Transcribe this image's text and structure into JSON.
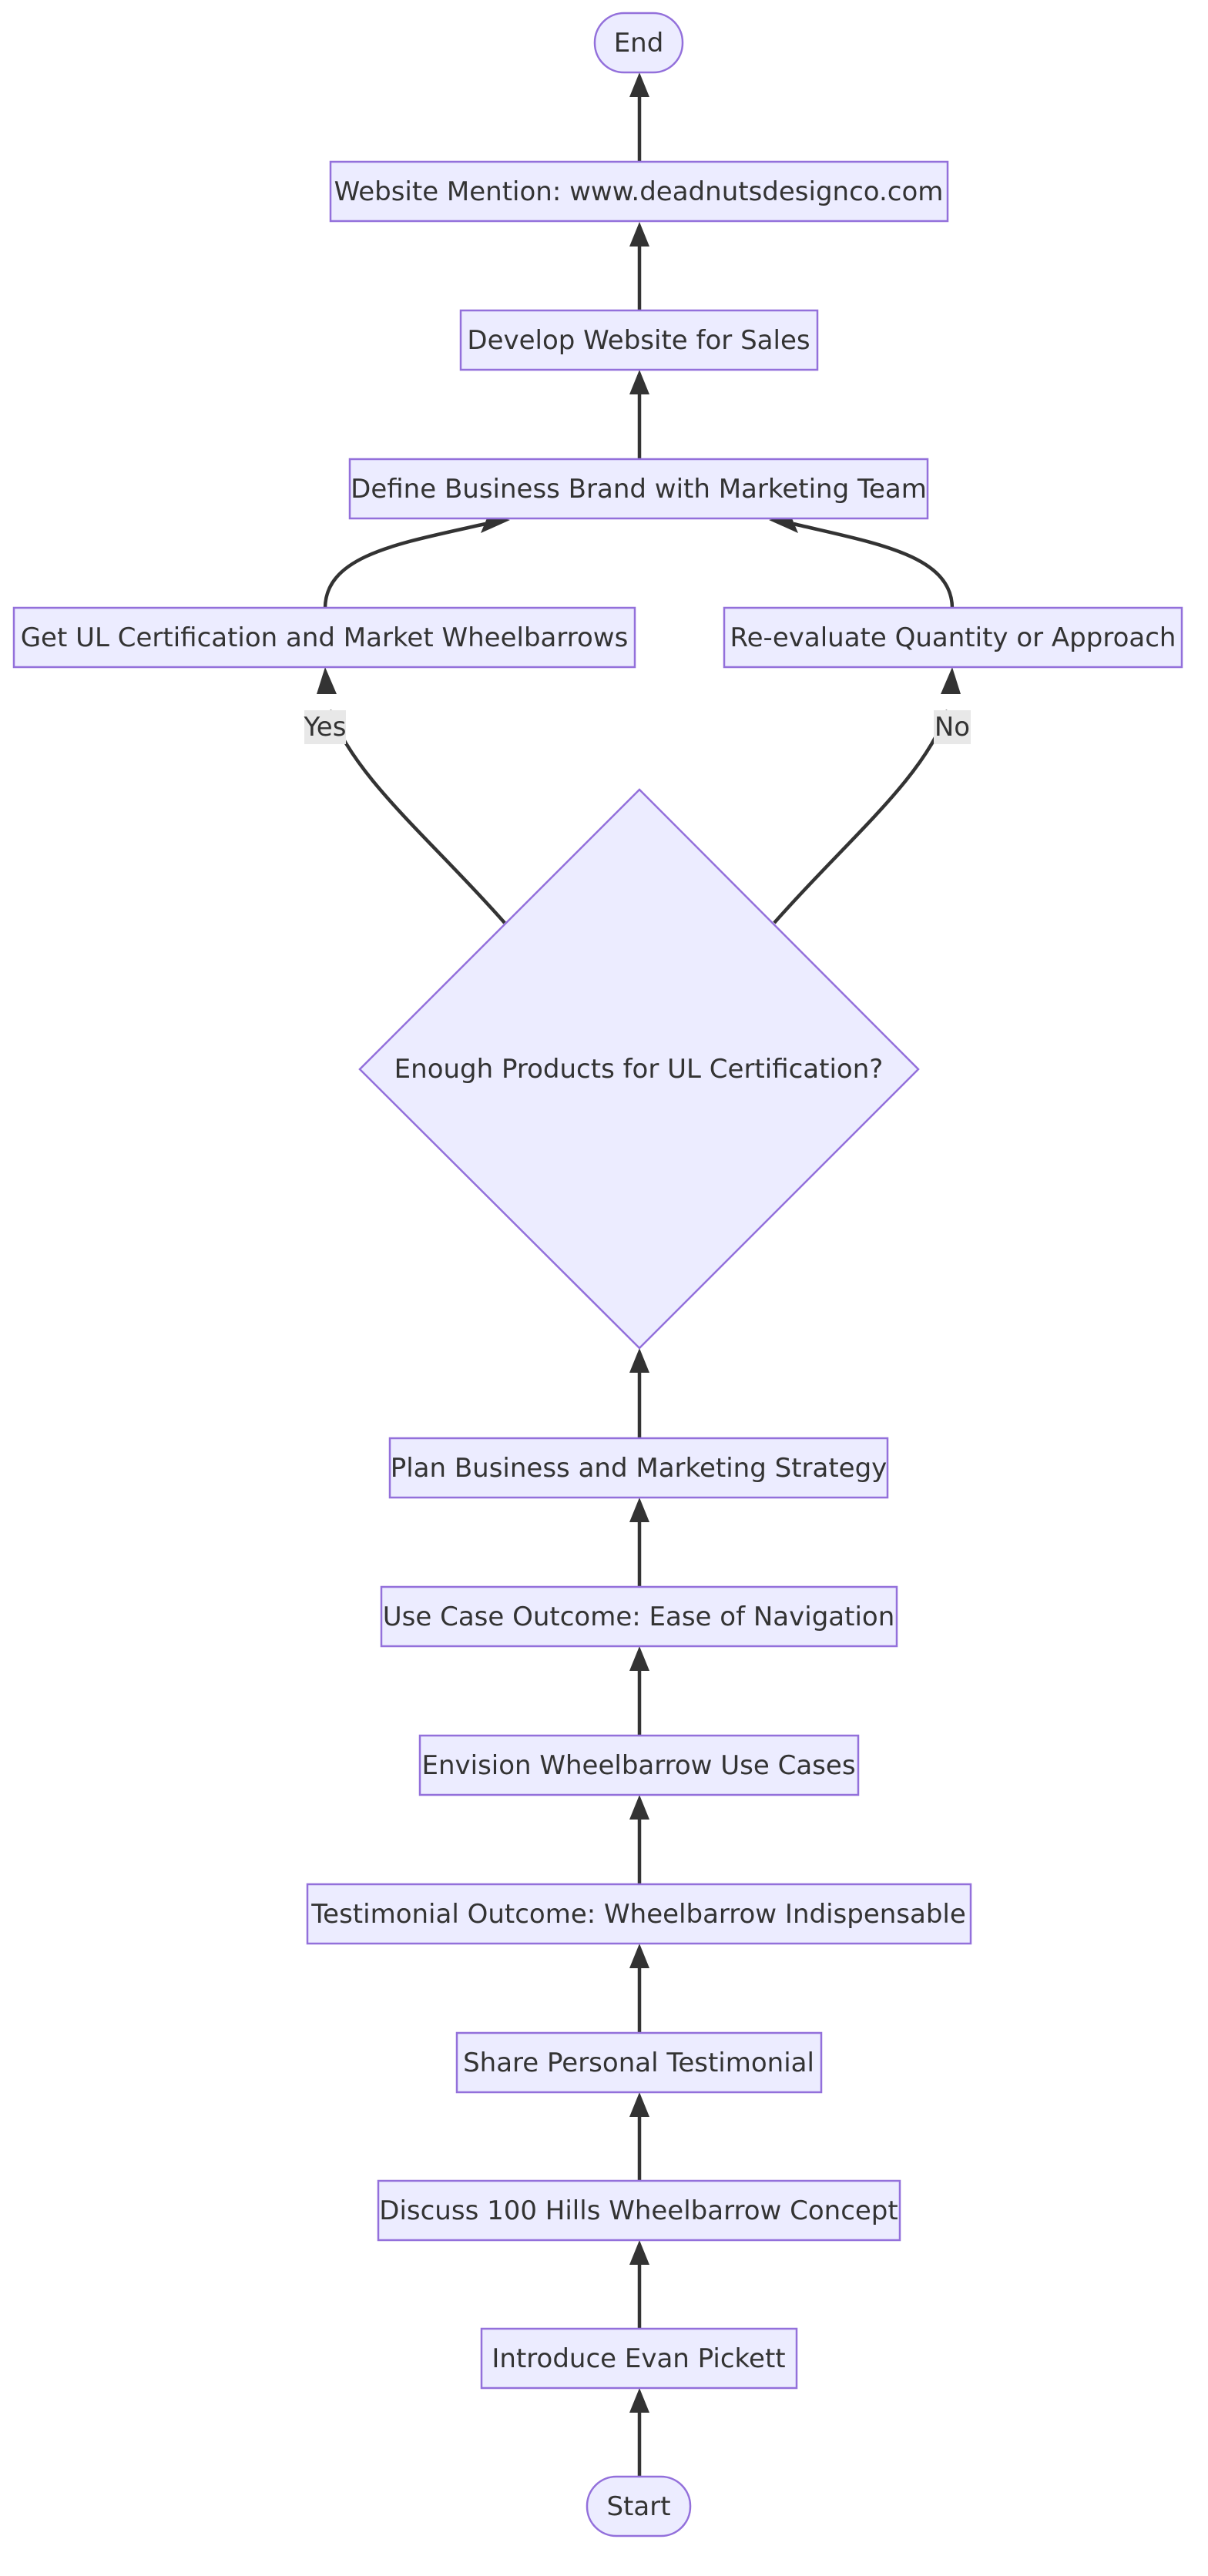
{
  "nodes": {
    "end": "End",
    "website_mention": "Website Mention: www.deadnutsdesignco.com",
    "develop_website": "Develop Website for Sales",
    "define_brand": "Define Business Brand with Marketing Team",
    "get_ul": "Get UL Certification and Market Wheelbarrows",
    "reevaluate": "Re-evaluate Quantity or Approach",
    "decision": "Enough Products for UL Certification?",
    "plan_strategy": "Plan Business and Marketing Strategy",
    "use_case_outcome": "Use Case Outcome: Ease of Navigation",
    "envision_use_cases": "Envision Wheelbarrow Use Cases",
    "testimonial_outcome": "Testimonial Outcome: Wheelbarrow Indispensable",
    "share_testimonial": "Share Personal Testimonial",
    "discuss_concept": "Discuss 100 Hills Wheelbarrow Concept",
    "introduce_evan": "Introduce Evan Pickett",
    "start": "Start"
  },
  "edges": {
    "yes_label": "Yes",
    "no_label": "No"
  },
  "colors": {
    "node_fill": "#ECECFF",
    "node_stroke": "#9370DB",
    "edge": "#333333",
    "label_bg": "#e8e8e8"
  }
}
